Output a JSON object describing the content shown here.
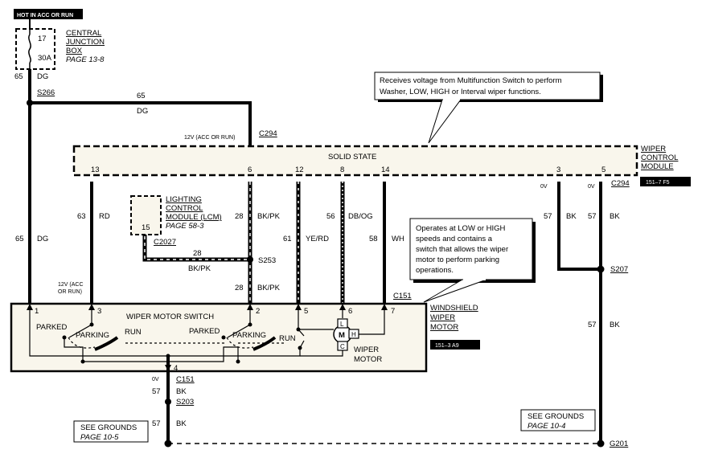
{
  "hot_label": "HOT IN ACC OR RUN",
  "cjb": {
    "title_line1": "CENTRAL",
    "title_line2": "JUNCTION",
    "title_line3": "BOX",
    "page": "PAGE 13-8",
    "fuse_num": "17",
    "fuse_amp": "30A"
  },
  "wire_65_dg": {
    "num": "65",
    "color": "DG"
  },
  "s266": "S266",
  "c294_top": "C294",
  "c294_right": "C294",
  "feed_label": "12V (ACC OR RUN)",
  "pin2": "2",
  "callout_top": {
    "line1": "Receives voltage from Multifunction Switch to perform",
    "line2": "Washer, LOW, HIGH or Interval wiper functions."
  },
  "wcm": {
    "line1": "WIPER",
    "line2": "CONTROL",
    "line3": "MODULE",
    "ref": "151–7 F5",
    "solid_state": "SOLID STATE"
  },
  "wcm_pins": [
    "13",
    "6",
    "12",
    "8",
    "14",
    "3",
    "5"
  ],
  "zero_v": "0V",
  "lcm": {
    "line1": "LIGHTING",
    "line2": "CONTROL",
    "line3": "MODULE (LCM)",
    "page": "PAGE 58-3",
    "pin": "15"
  },
  "c2027": "C2027",
  "s253": "S253",
  "wires": {
    "w63": {
      "num": "63",
      "color": "RD"
    },
    "w28": {
      "num": "28",
      "color": "BK/PK"
    },
    "w61": {
      "num": "61",
      "color": "YE/RD"
    },
    "w56": {
      "num": "56",
      "color": "DB/OG"
    },
    "w58": {
      "num": "58",
      "color": "WH"
    },
    "w57": {
      "num": "57",
      "color": "BK"
    }
  },
  "callout_motor": {
    "line1": "Operates at LOW or HIGH",
    "line2": "speeds and contains a",
    "line3": "switch that allows the wiper",
    "line4": "motor to perform parking",
    "line5": "operations."
  },
  "s207": "S207",
  "c151": "C151",
  "wwm": {
    "line1": "WINDSHIELD",
    "line2": "WIPER",
    "line3": "MOTOR",
    "ref": "151–3 A9"
  },
  "motor_block": {
    "feed_line1": "12V (ACC",
    "feed_line2": "OR RUN)",
    "switch_title": "WIPER MOTOR SWITCH",
    "pins": [
      "1",
      "3",
      "2",
      "5",
      "6",
      "7",
      "4"
    ],
    "parked": "PARKED",
    "parking": "PARKING",
    "run": "RUN",
    "motor_l1": "WIPER",
    "motor_l2": "MOTOR",
    "m": "M",
    "l": "L",
    "h": "H",
    "c": "C"
  },
  "s203": "S203",
  "see_grounds_left": {
    "line1": "SEE GROUNDS",
    "line2": "PAGE 10-5"
  },
  "see_grounds_right": {
    "line1": "SEE GROUNDS",
    "line2": "PAGE 10-4"
  },
  "g201": "G201"
}
